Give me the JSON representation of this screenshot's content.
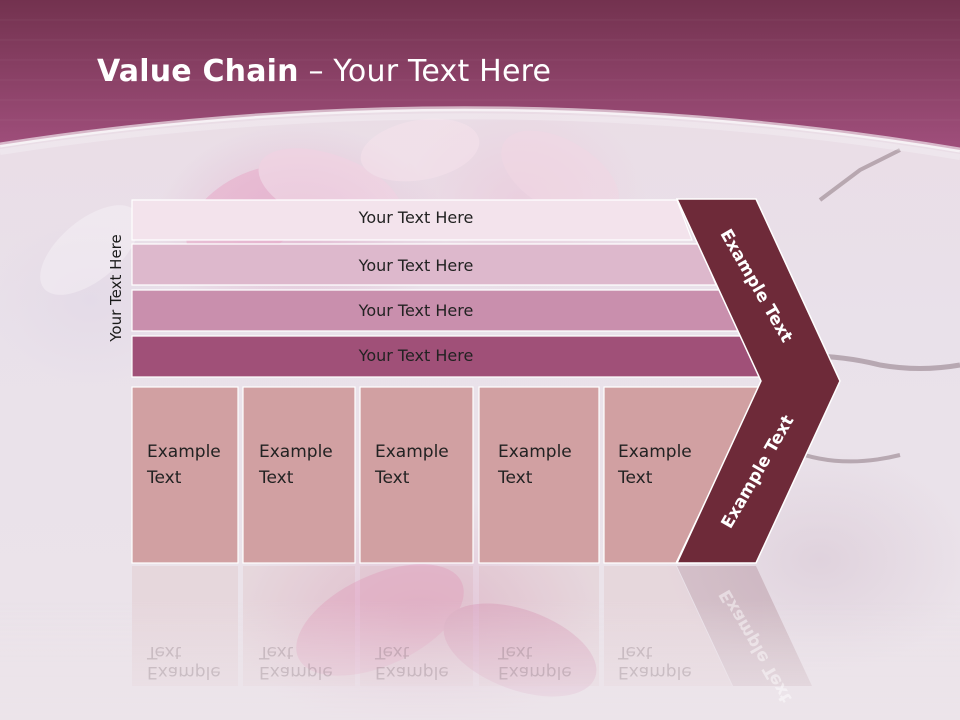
{
  "title": {
    "bold": "Value Chain",
    "rest": " – Your Text Here"
  },
  "side_label": "Your Text Here",
  "bars": [
    {
      "label": "Your Text Here",
      "fill": "#f3e3ec"
    },
    {
      "label": "Your Text Here",
      "fill": "#ddb8cc"
    },
    {
      "label": "Your Text Here",
      "fill": "#c98fad"
    },
    {
      "label": "Your Text Here",
      "fill": "#a05078"
    }
  ],
  "boxes": [
    {
      "line1": "Example",
      "line2": "Text"
    },
    {
      "line1": "Example",
      "line2": "Text"
    },
    {
      "line1": "Example",
      "line2": "Text"
    },
    {
      "line1": "Example",
      "line2": "Text"
    },
    {
      "line1": "Example",
      "line2": "Text"
    }
  ],
  "chevron_upper": "Example Text",
  "chevron_lower": "Example Text",
  "colors": {
    "header": "#8e3f6a",
    "chevron": "#6e2a39",
    "box": "#d1a0a2"
  }
}
